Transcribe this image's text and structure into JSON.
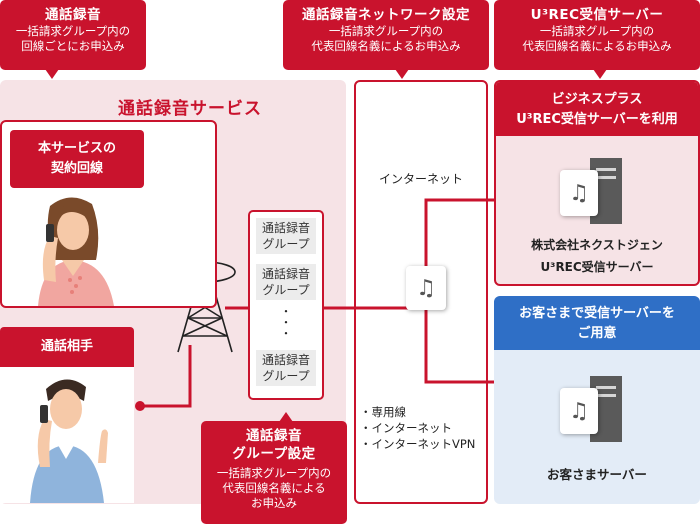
{
  "callouts": {
    "recording": {
      "title": "通話録音",
      "sub1": "一括請求グループ内の",
      "sub2": "回線ごとにお申込み"
    },
    "network": {
      "title": "通話録音ネットワーク設定",
      "sub1": "一括請求グループ内の",
      "sub2": "代表回線名義によるお申込み"
    },
    "u3rec": {
      "title": "U³REC受信サーバー",
      "sub1": "一括請求グループ内の",
      "sub2": "代表回線名義によるお申込み"
    },
    "group": {
      "title1": "通話録音",
      "title2": "グループ設定",
      "sub1": "一括請求グループ内の",
      "sub2": "代表回線名義による",
      "sub3": "お申込み"
    }
  },
  "service": {
    "title": "通話録音サービス",
    "contract_title1": "本サービスの",
    "contract_title2": "契約回線",
    "partner_title": "通話相手"
  },
  "groups": {
    "items": [
      {
        "line1": "通話録音",
        "line2": "グループ"
      },
      {
        "line1": "通話録音",
        "line2": "グループ"
      },
      {
        "line1": "通話録音",
        "line2": "グループ"
      }
    ],
    "ellipsis": "・\n・\n・"
  },
  "network": {
    "internet_label": "インターネット",
    "options": [
      "・専用線",
      "・インターネット",
      "・インターネットVPN"
    ]
  },
  "business_plus": {
    "head1": "ビジネスプラス",
    "head2": "U³REC受信サーバーを利用",
    "label1": "株式会社ネクストジェン",
    "label2": "U³REC受信サーバー"
  },
  "customer": {
    "head1": "お客さまで受信サーバーを",
    "head2": "ご用意",
    "label": "お客さまサーバー"
  },
  "colors": {
    "accent": "#c9132d",
    "pink_bg": "#f6e3e6",
    "blue_head": "#2f6fc6",
    "blue_bg": "#e3ecf7"
  }
}
